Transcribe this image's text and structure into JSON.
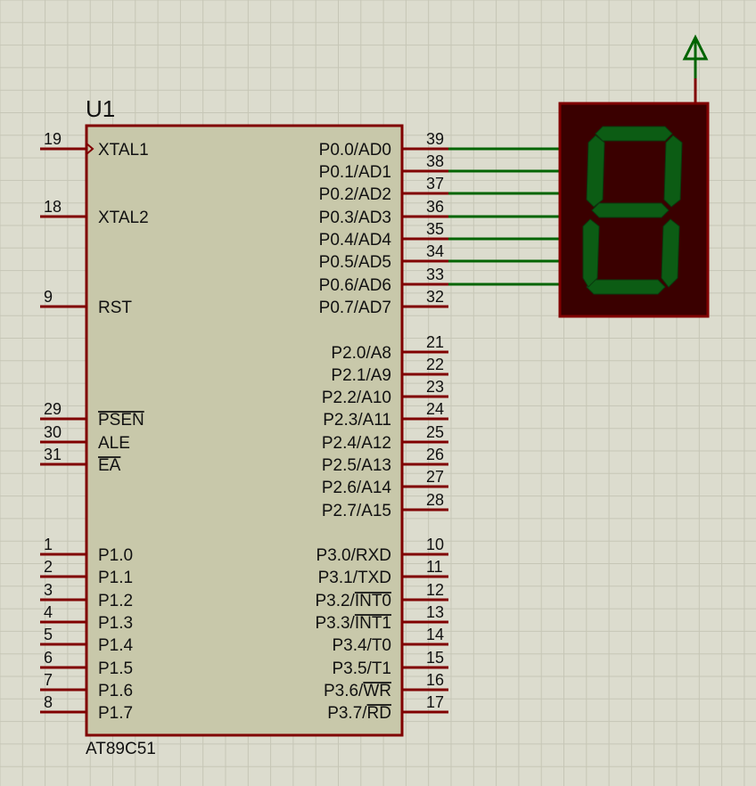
{
  "component": {
    "ref": "U1",
    "part": "AT89C51",
    "left_pins": [
      {
        "num": "19",
        "name": "XTAL1",
        "clock": true
      },
      {
        "num": "18",
        "name": "XTAL2"
      },
      {
        "num": "9",
        "name": "RST"
      },
      {
        "num": "29",
        "name": "PSEN",
        "overbar": "PSEN"
      },
      {
        "num": "30",
        "name": "ALE"
      },
      {
        "num": "31",
        "name": "EA",
        "overbar": "EA"
      },
      {
        "num": "1",
        "name": "P1.0"
      },
      {
        "num": "2",
        "name": "P1.1"
      },
      {
        "num": "3",
        "name": "P1.2"
      },
      {
        "num": "4",
        "name": "P1.3"
      },
      {
        "num": "5",
        "name": "P1.4"
      },
      {
        "num": "6",
        "name": "P1.5"
      },
      {
        "num": "7",
        "name": "P1.6"
      },
      {
        "num": "8",
        "name": "P1.7"
      }
    ],
    "right_pins": [
      {
        "num": "39",
        "name": "P0.0/AD0",
        "connected": true
      },
      {
        "num": "38",
        "name": "P0.1/AD1",
        "connected": true
      },
      {
        "num": "37",
        "name": "P0.2/AD2",
        "connected": true
      },
      {
        "num": "36",
        "name": "P0.3/AD3",
        "connected": true
      },
      {
        "num": "35",
        "name": "P0.4/AD4",
        "connected": true
      },
      {
        "num": "34",
        "name": "P0.5/AD5",
        "connected": true
      },
      {
        "num": "33",
        "name": "P0.6/AD6",
        "connected": true
      },
      {
        "num": "32",
        "name": "P0.7/AD7"
      },
      {
        "num": "21",
        "name": "P2.0/A8"
      },
      {
        "num": "22",
        "name": "P2.1/A9"
      },
      {
        "num": "23",
        "name": "P2.2/A10"
      },
      {
        "num": "24",
        "name": "P2.3/A11"
      },
      {
        "num": "25",
        "name": "P2.4/A12"
      },
      {
        "num": "26",
        "name": "P2.5/A13"
      },
      {
        "num": "27",
        "name": "P2.6/A14"
      },
      {
        "num": "28",
        "name": "P2.7/A15"
      },
      {
        "num": "10",
        "name": "P3.0/RXD"
      },
      {
        "num": "11",
        "name": "P3.1/TXD"
      },
      {
        "num": "12",
        "name": "P3.2/INT0",
        "overbar": "INT0"
      },
      {
        "num": "13",
        "name": "P3.3/INT1",
        "overbar": "INT1"
      },
      {
        "num": "14",
        "name": "P3.4/T0"
      },
      {
        "num": "15",
        "name": "P3.5/T1"
      },
      {
        "num": "16",
        "name": "P3.6/WR",
        "overbar": "WR"
      },
      {
        "num": "17",
        "name": "P3.7/RD",
        "overbar": "RD"
      }
    ]
  },
  "display": {
    "segments_lit": [
      "a",
      "b",
      "c",
      "d",
      "e",
      "f",
      "g"
    ]
  },
  "colors": {
    "background": "#dcdcce",
    "grid": "#c6c6b6",
    "component_fill": "#c8c8aa",
    "component_border": "#800000",
    "pin_wire": "#800000",
    "net_wire": "#006400",
    "display_body": "#3a0000",
    "segment_on": "#0c5c14",
    "text": "#111111"
  }
}
